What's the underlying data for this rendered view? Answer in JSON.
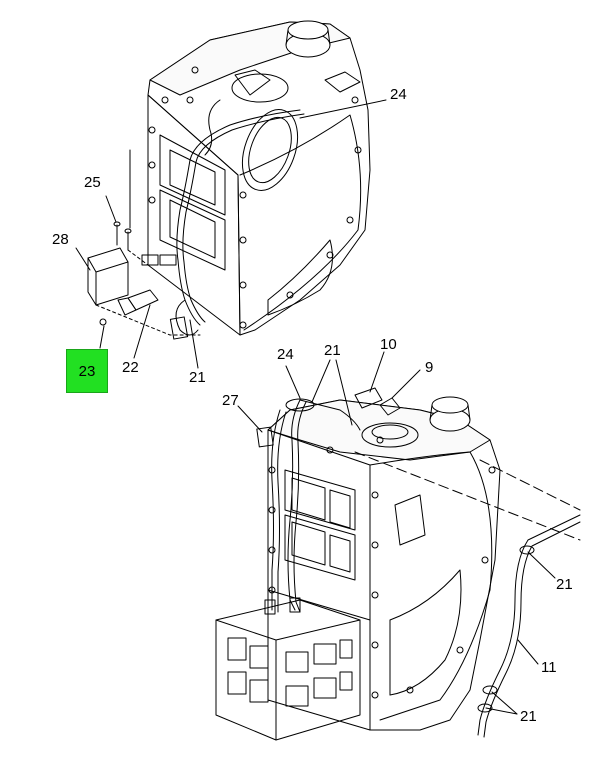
{
  "callouts": {
    "c24_top": "24",
    "c25": "25",
    "c28": "28",
    "c23": "23",
    "c22": "22",
    "c21_top": "21",
    "c24_mid": "24",
    "c21_mid": "21",
    "c10": "10",
    "c9": "9",
    "c27": "27",
    "c21_right": "21",
    "c11": "11",
    "c21_bottom": "21"
  },
  "colors": {
    "highlight": "#22e022",
    "line": "#000000"
  }
}
